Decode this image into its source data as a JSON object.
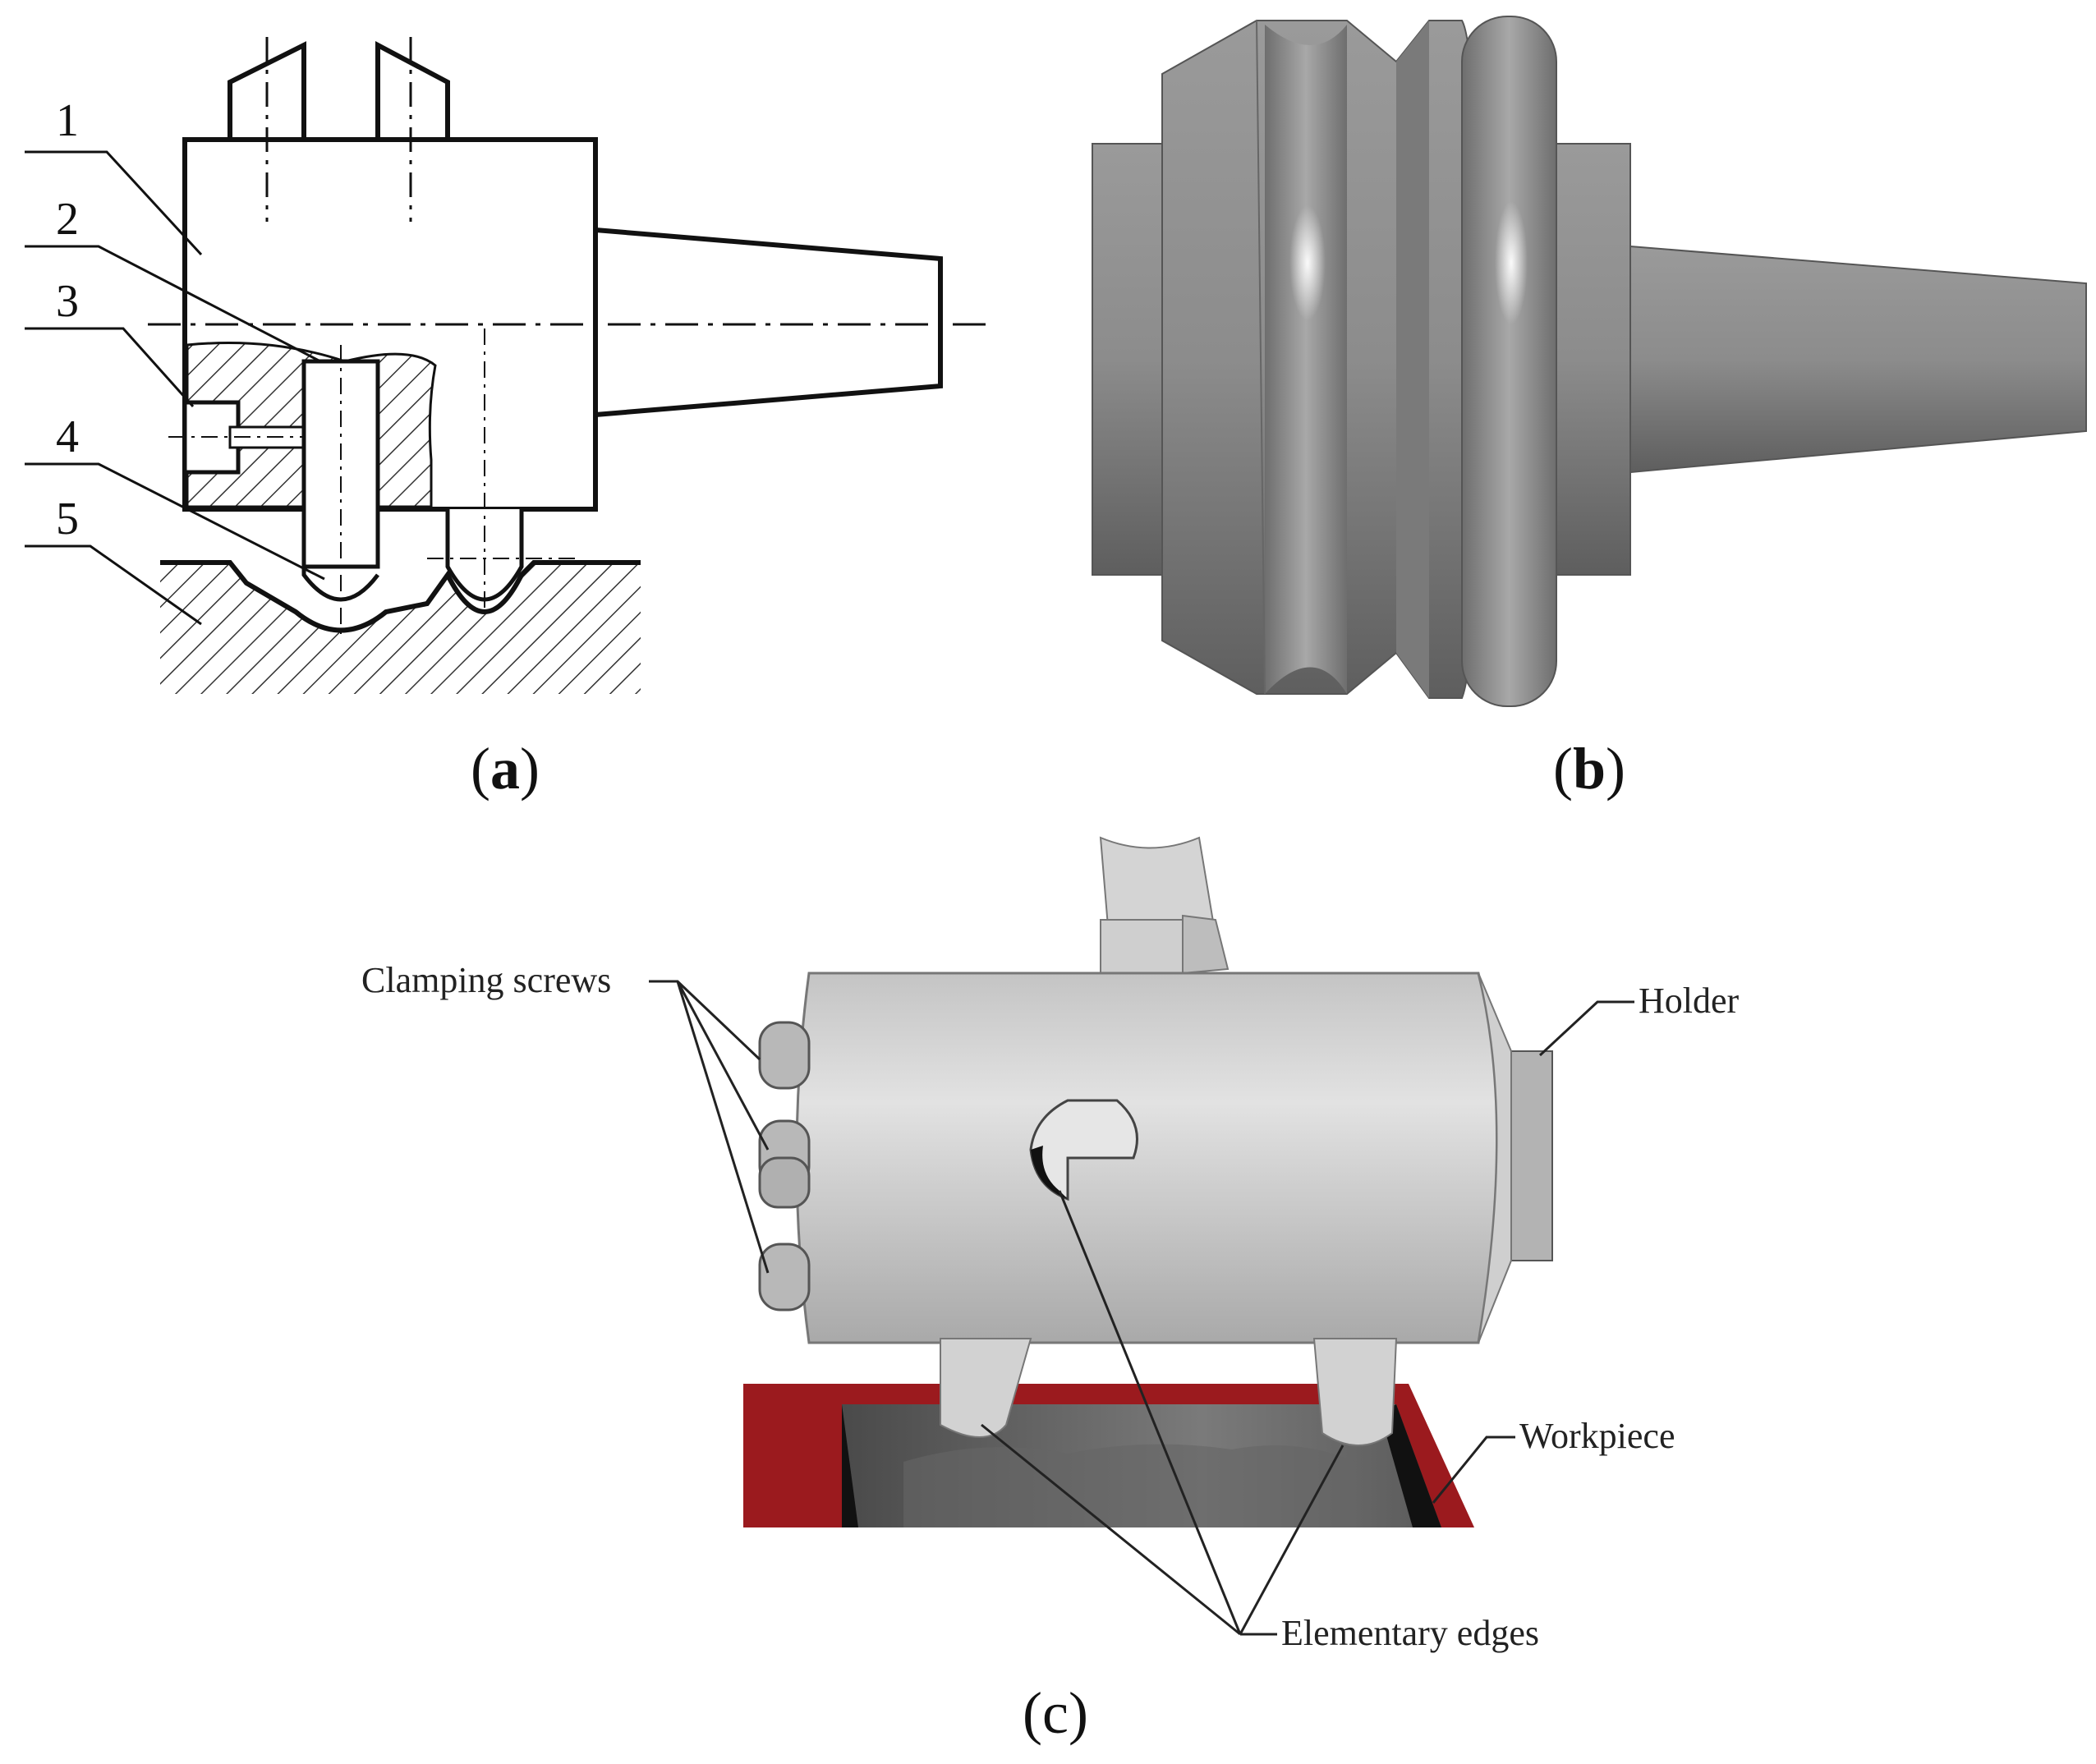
{
  "figure": {
    "panels": [
      {
        "id": "a",
        "caption_open": "(",
        "caption_letter": "a",
        "caption_close": ")"
      },
      {
        "id": "b",
        "caption_open": "(",
        "caption_letter": "b",
        "caption_close": ")"
      },
      {
        "id": "c",
        "caption_open": "(",
        "caption_letter": "c",
        "caption_close": ")"
      }
    ],
    "part_numbers": [
      "1",
      "2",
      "3",
      "4",
      "5"
    ],
    "callouts": {
      "clamping_screws": "Clamping screws",
      "holder": "Holder",
      "workpiece": "Workpiece",
      "elementary_edges": "Elementary edges"
    },
    "colors": {
      "line": "#111111",
      "tool_gray": "#8a8a8a",
      "body_light": "#d6d6d6",
      "workpiece_red": "#9b1a1e"
    }
  }
}
